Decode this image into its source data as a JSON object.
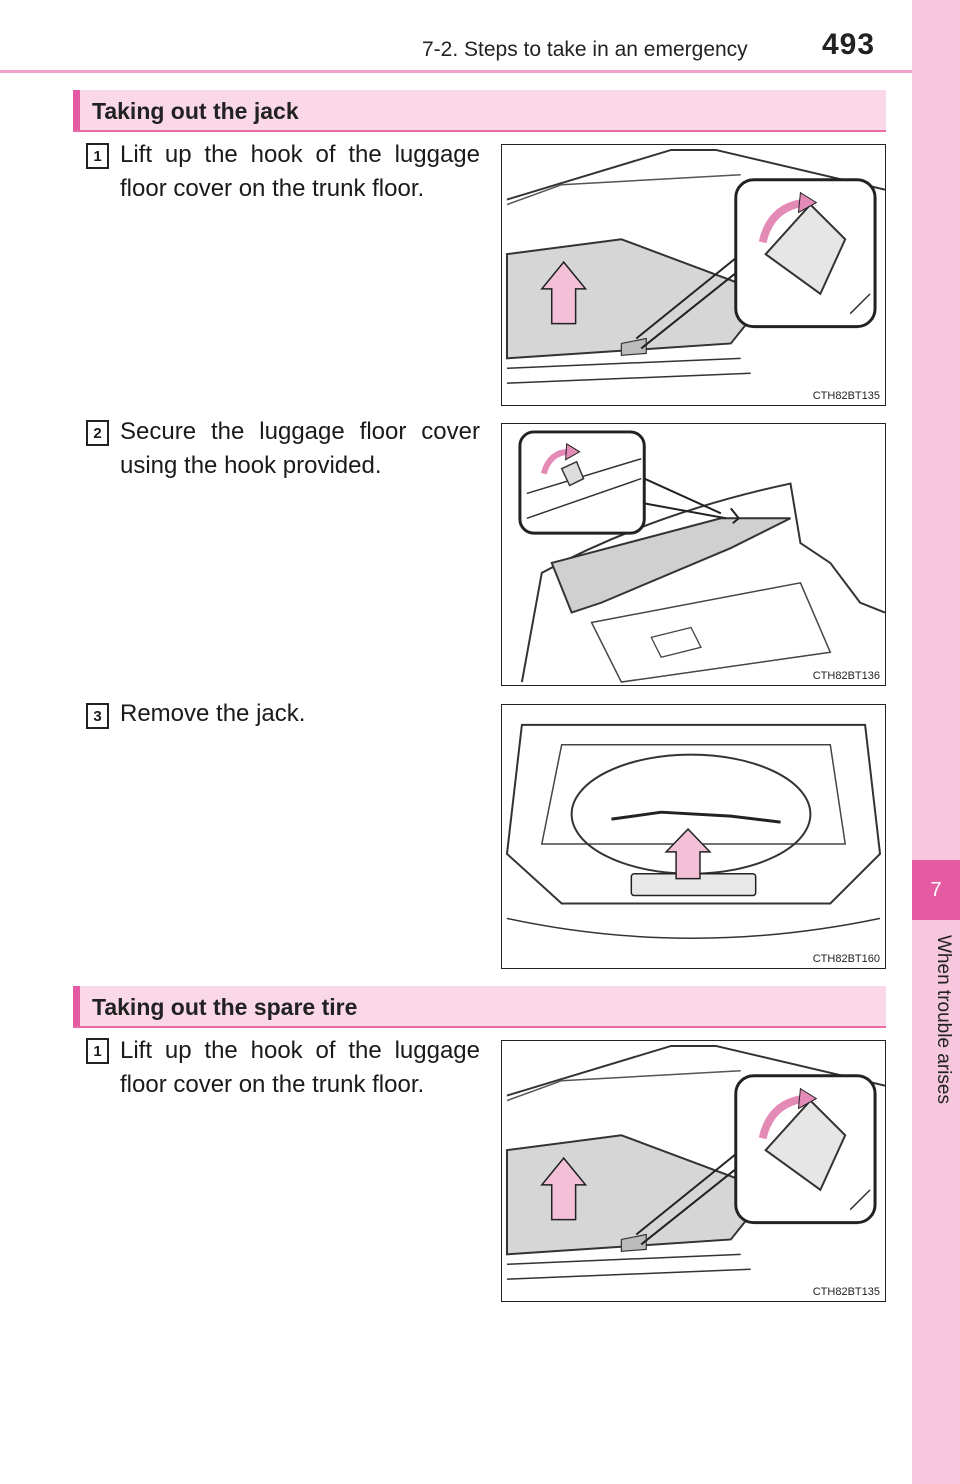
{
  "header": {
    "section_title": "7-2. Steps to take in an emergency",
    "page_number": "493"
  },
  "sidebar": {
    "chapter_number": "7",
    "chapter_title": "When trouble arises"
  },
  "sections": [
    {
      "heading": "Taking out the jack",
      "steps": [
        {
          "number": "1",
          "text": "Lift up the hook of the luggage floor cover on the trunk floor.",
          "figure_code": "CTH82BT135"
        },
        {
          "number": "2",
          "text": "Secure the luggage floor cover using the hook provided.",
          "figure_code": "CTH82BT136"
        },
        {
          "number": "3",
          "text": "Remove the jack.",
          "figure_code": "CTH82BT160"
        }
      ]
    },
    {
      "heading": "Taking out the spare tire",
      "steps": [
        {
          "number": "1",
          "text": "Lift up the hook of the luggage floor cover on the trunk floor.",
          "figure_code": "CTH82BT135"
        }
      ]
    }
  ]
}
